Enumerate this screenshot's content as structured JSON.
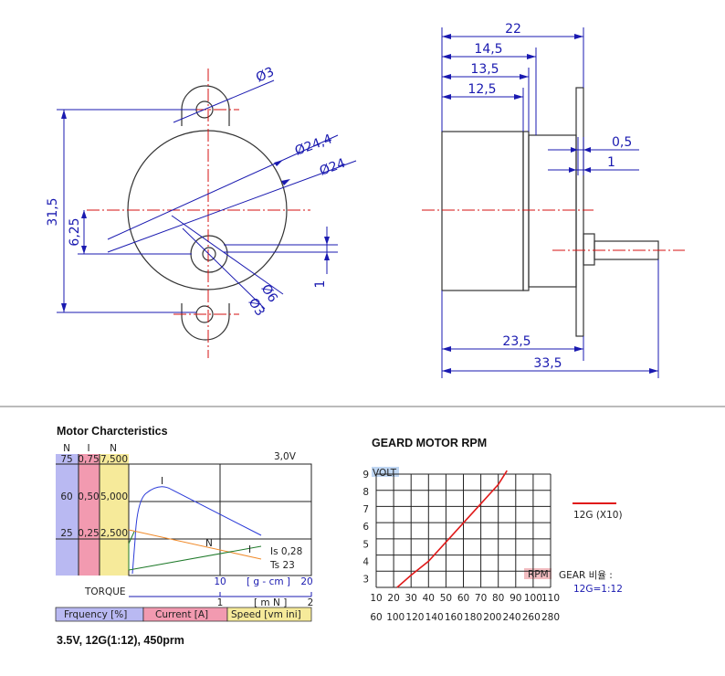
{
  "drawing": {
    "front": {
      "d_ear_hole": "Ø3",
      "d_body_outer": "Ø24,4",
      "d_body": "Ø24",
      "d_boss": "Ø6",
      "d_shaft": "Ø3",
      "h_overall": "31,5",
      "h_shaft_offset": "6,25",
      "h_small": "1"
    },
    "side": {
      "l_22": "22",
      "l_145": "14,5",
      "l_135": "13,5",
      "l_125": "12,5",
      "t_05": "0,5",
      "t_1": "1",
      "l_235": "23,5",
      "l_335": "33,5"
    }
  },
  "motor_chart": {
    "title": "Motor Charcteristics",
    "voltage": "3,0V",
    "col_units": [
      "N",
      "I",
      "N"
    ],
    "rows": [
      [
        "75",
        "0,75",
        "7,500"
      ],
      [
        "60",
        "0,50",
        "5,000"
      ],
      [
        "25",
        "0,25",
        "2,500"
      ]
    ],
    "torque_label": "TORQUE",
    "x_ticks_gcm": [
      "10",
      "20"
    ],
    "x_unit_gcm": "[ g - cm ]",
    "x_ticks_mn": [
      "1",
      "2"
    ],
    "x_unit_mn": "[ m N ]",
    "curve_labels": {
      "I_top": "I",
      "N": "N",
      "I": "I"
    },
    "stall_current": "Is 0,28",
    "stall_torque": "Ts 23",
    "legend": [
      {
        "label": "Frquency [%]",
        "color": "#b9b9f2"
      },
      {
        "label": "Current [A]",
        "color": "#f29ab0"
      },
      {
        "label": "Speed [vm ini]",
        "color": "#f6ea9a"
      }
    ],
    "footer": "3.5V, 12G(1:12), 450prm"
  },
  "rpm_chart": {
    "title": "GEARD MOTOR RPM",
    "volt_label": "VOLT",
    "rpm_label": "RPM",
    "y_ticks": [
      "9",
      "8",
      "7",
      "6",
      "5",
      "4",
      "3"
    ],
    "x_ticks_top": [
      "10",
      "20",
      "30",
      "40",
      "50",
      "60",
      "70",
      "80",
      "90",
      "100",
      "110"
    ],
    "x_ticks_bottom": [
      "60",
      "100",
      "120",
      "140",
      "160",
      "180",
      "200",
      "240",
      "260",
      "280"
    ],
    "legend_label": "12G (X10)",
    "gear_ratio_title": "GEAR 비율 :",
    "gear_ratio_value": "12G=1:12",
    "line_color": "#e01a1a"
  },
  "chart_data": {
    "type": "line",
    "title": "GEARD MOTOR RPM",
    "xlabel": "RPM",
    "ylabel": "VOLT",
    "xlim": [
      10,
      110
    ],
    "ylim": [
      2.5,
      9
    ],
    "series": [
      {
        "name": "12G (X10)",
        "x": [
          22,
          30,
          40,
          50,
          60,
          70,
          80,
          85
        ],
        "y": [
          2.5,
          3.2,
          4.0,
          5.1,
          6.2,
          7.3,
          8.4,
          9.2
        ]
      }
    ]
  }
}
